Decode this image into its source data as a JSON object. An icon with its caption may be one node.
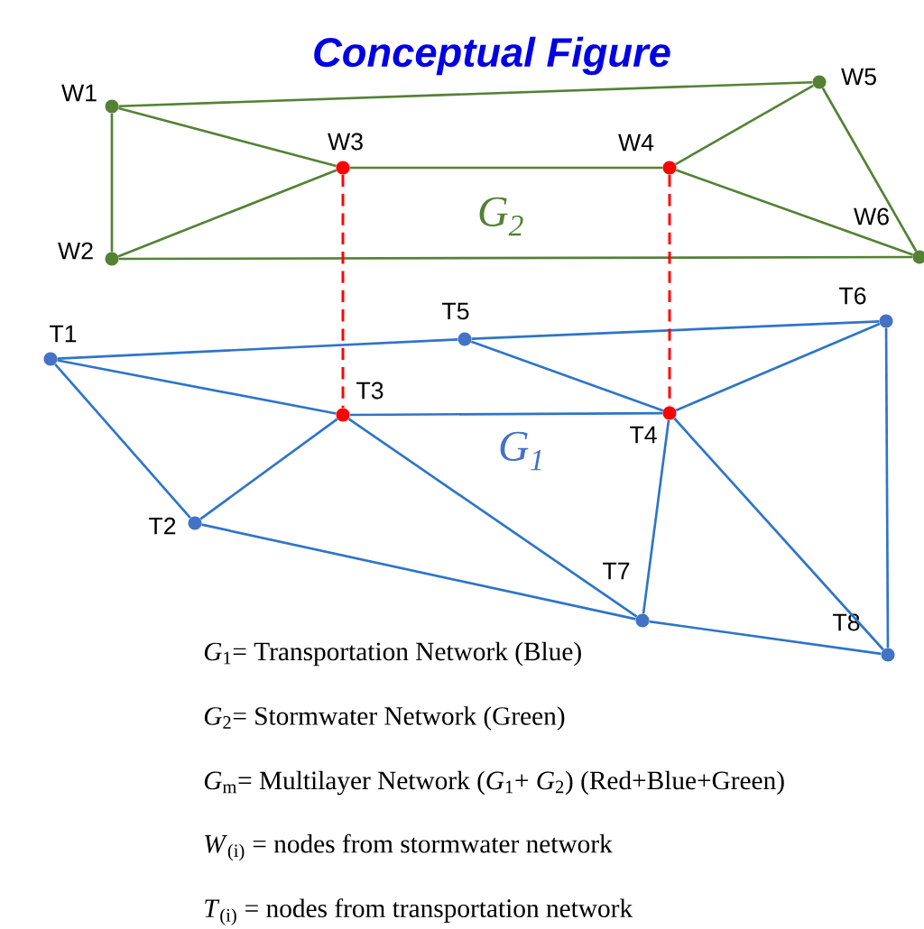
{
  "diagram": {
    "title": "Conceptual Figure",
    "nodes": [
      {
        "text": [
          "W1"
        ]
      },
      {
        "text": [
          "W2"
        ]
      },
      {
        "text": [
          "W3"
        ]
      },
      {
        "text": [
          "W4"
        ]
      },
      {
        "text": [
          "W5"
        ]
      },
      {
        "text": [
          "W6"
        ]
      },
      {
        "text": [
          "T1"
        ]
      },
      {
        "text": [
          "T2"
        ]
      },
      {
        "text": [
          "T3"
        ]
      },
      {
        "text": [
          "T4"
        ]
      },
      {
        "text": [
          "T5"
        ]
      },
      {
        "text": [
          "T6"
        ]
      },
      {
        "text": [
          "T7"
        ]
      },
      {
        "text": [
          "T8"
        ]
      }
    ],
    "edges": [
      {
        "from": 0,
        "to": 4,
        "arrow": "none",
        "color": "#548235"
      },
      {
        "from": 0,
        "to": 1,
        "arrow": "none",
        "color": "#548235"
      },
      {
        "from": 0,
        "to": 2,
        "arrow": "none",
        "color": "#548235"
      },
      {
        "from": 1,
        "to": 2,
        "arrow": "none",
        "color": "#548235"
      },
      {
        "from": 1,
        "to": 5,
        "arrow": "none",
        "color": "#548235"
      },
      {
        "from": 2,
        "to": 3,
        "arrow": "none",
        "color": "#548235"
      },
      {
        "from": 3,
        "to": 4,
        "arrow": "none",
        "color": "#548235"
      },
      {
        "from": 3,
        "to": 5,
        "arrow": "none",
        "color": "#548235"
      },
      {
        "from": 4,
        "to": 5,
        "arrow": "none",
        "color": "#548235"
      },
      {
        "from": 6,
        "to": 10,
        "arrow": "none"
      },
      {
        "from": 10,
        "to": 11,
        "arrow": "none"
      },
      {
        "from": 6,
        "to": 8,
        "arrow": "none"
      },
      {
        "from": 6,
        "to": 7,
        "arrow": "none"
      },
      {
        "from": 7,
        "to": 8,
        "arrow": "none"
      },
      {
        "from": 8,
        "to": 9,
        "arrow": "none"
      },
      {
        "from": 10,
        "to": 9,
        "arrow": "none"
      },
      {
        "from": 9,
        "to": 11,
        "arrow": "none"
      },
      {
        "from": 11,
        "to": 13,
        "arrow": "none"
      },
      {
        "from": 8,
        "to": 12,
        "arrow": "none"
      },
      {
        "from": 9,
        "to": 12,
        "arrow": "none"
      },
      {
        "from": 9,
        "to": 13,
        "arrow": "none"
      },
      {
        "from": 7,
        "to": 12,
        "arrow": "none"
      },
      {
        "from": 12,
        "to": 13,
        "arrow": "none"
      },
      {
        "from": 2,
        "to": 8,
        "arrow": "none",
        "style": "dashed",
        "color": "#ff0000"
      },
      {
        "from": 3,
        "to": 9,
        "arrow": "none",
        "style": "dashed",
        "color": "#ff0000"
      }
    ],
    "labels": [
      "G$_{2}$",
      "G$_{1}$",
      "*G*$_{1}$= Transportation Network (Blue)",
      "*G*$_{2}$= Stormwater Network (Green)",
      "*G*$_{m}$= Multilayer Network (*G*$_{1}$+ *G*$_{2}$) (Red+Blue+Green)",
      "*W*$_{(i)}$ = nodes from stormwater network",
      "*T*$_{(i)}$ = nodes from transportation network"
    ]
  }
}
